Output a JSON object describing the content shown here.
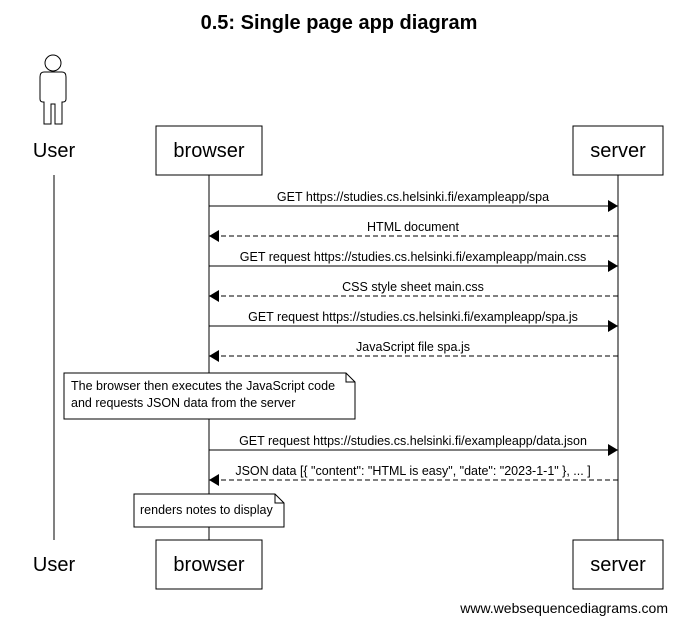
{
  "title": "0.5: Single page app diagram",
  "participants": [
    {
      "id": "user",
      "label": "User",
      "type": "actor"
    },
    {
      "id": "browser",
      "label": "browser",
      "type": "box"
    },
    {
      "id": "server",
      "label": "server",
      "type": "box"
    }
  ],
  "messages": [
    {
      "from": "browser",
      "to": "server",
      "label": "GET https://studies.cs.helsinki.fi/exampleapp/spa",
      "style": "solid"
    },
    {
      "from": "server",
      "to": "browser",
      "label": "HTML document",
      "style": "dashed"
    },
    {
      "from": "browser",
      "to": "server",
      "label": "GET request https://studies.cs.helsinki.fi/exampleapp/main.css",
      "style": "solid"
    },
    {
      "from": "server",
      "to": "browser",
      "label": "CSS style sheet main.css",
      "style": "dashed"
    },
    {
      "from": "browser",
      "to": "server",
      "label": "GET request https://studies.cs.helsinki.fi/exampleapp/spa.js",
      "style": "solid"
    },
    {
      "from": "server",
      "to": "browser",
      "label": "JavaScript file spa.js",
      "style": "dashed"
    },
    {
      "from": "browser",
      "to": "server",
      "label": "GET request https://studies.cs.helsinki.fi/exampleapp/data.json",
      "style": "solid"
    },
    {
      "from": "server",
      "to": "browser",
      "label": "JSON data [{ \"content\": \"HTML is easy\", \"date\": \"2023-1-1\" }, ... ]",
      "style": "dashed"
    }
  ],
  "notes": [
    {
      "lines": [
        "The browser then executes the JavaScript code",
        "and requests JSON data from the server"
      ]
    },
    {
      "lines": [
        "renders notes to display"
      ]
    }
  ],
  "watermark": "www.websequencediagrams.com"
}
